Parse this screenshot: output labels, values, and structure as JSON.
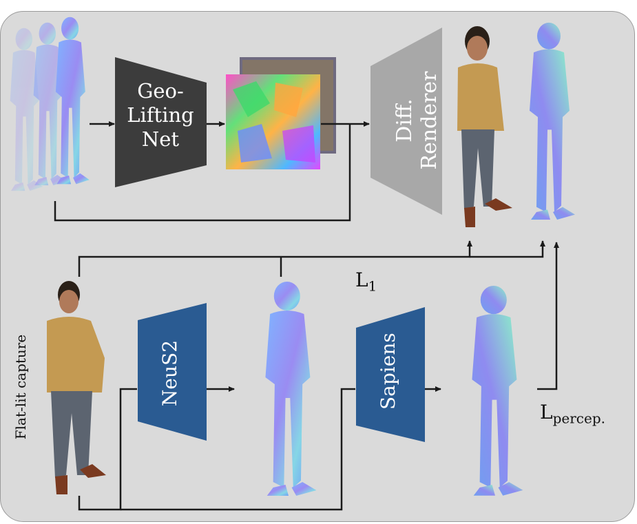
{
  "geo_lifting": {
    "line1": "Geo-",
    "line2": "Lifting",
    "line3": "Net"
  },
  "diff_renderer": {
    "line1": "Diff.",
    "line2": "Renderer"
  },
  "neus2": {
    "label": "NeuS2"
  },
  "sapiens": {
    "label": "Sapiens"
  },
  "flat_lit": {
    "label": "Flat-lit capture"
  },
  "loss_l1": {
    "base": "L",
    "sub": "1"
  },
  "loss_percep": {
    "base": "L",
    "sub": "percep."
  },
  "colors": {
    "geo_box": "#3c3c3c",
    "renderer_box": "#a8a8a8",
    "blue_box": "#2a5b92",
    "panel": "#dadada",
    "arrow": "#1a1a1a"
  }
}
